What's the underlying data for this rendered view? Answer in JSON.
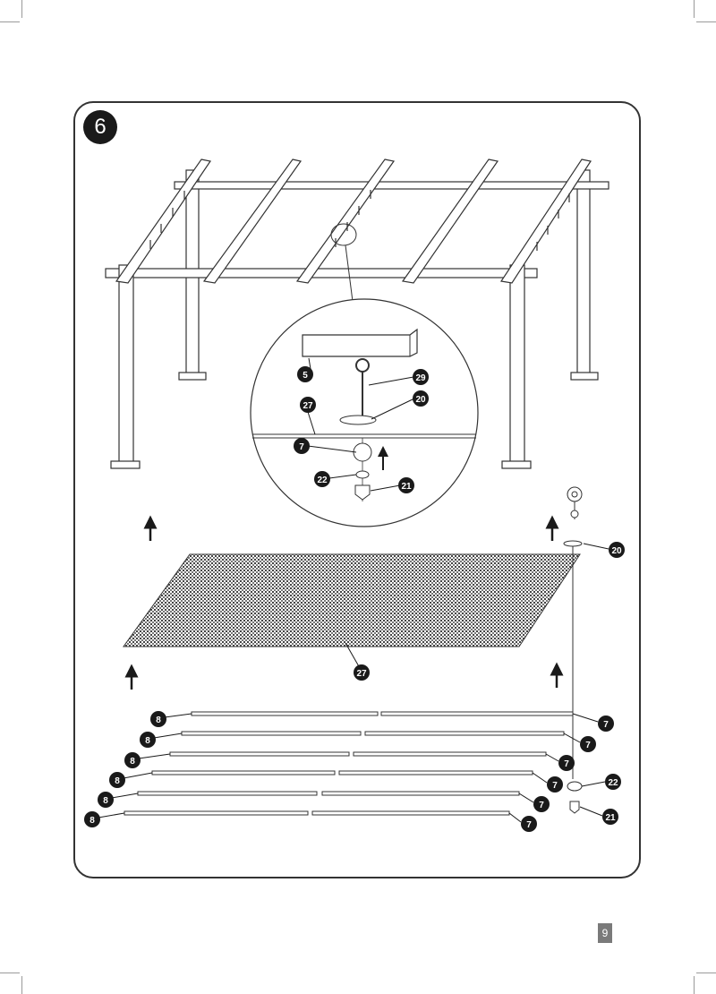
{
  "step_number": "6",
  "page_number": "9",
  "callouts": {
    "frame_beam": "5",
    "hook": "29",
    "washer": "20",
    "shade_net": "27",
    "end_cap": "7",
    "nut": "22",
    "clip": "21",
    "rod": "8"
  },
  "colors": {
    "ink": "#1a1a1a",
    "line": "#333333",
    "mesh": "#444444"
  }
}
